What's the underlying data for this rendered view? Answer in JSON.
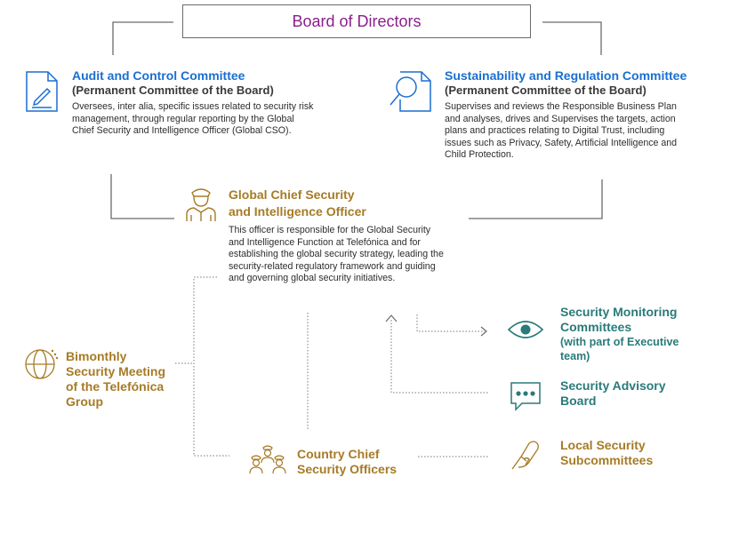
{
  "board": {
    "title": "Board of Directors"
  },
  "audit": {
    "title": "Audit and Control Committee",
    "subtitle": "(Permanent Committee of the Board)",
    "desc_lines": [
      "Oversees, inter alia, specific issues related to security risk",
      "management, through regular reporting by the Global",
      "Chief Security and Intelligence Officer (Global CSO)."
    ]
  },
  "sustainability": {
    "title": "Sustainability and Regulation Committee",
    "subtitle": "(Permanent Committee of the Board)",
    "desc_lines": [
      "Supervises and reviews the Responsible Business Plan",
      "and analyses, drives and Supervises the targets, action",
      "plans and practices relating to Digital Trust, including",
      "issues such as Privacy, Safety, Artificial Intelligence and",
      "Child Protection."
    ]
  },
  "global_cso": {
    "title_lines": [
      "Global Chief Security",
      "and Intelligence Officer"
    ],
    "desc_lines": [
      "This officer is responsible for the Global Security",
      "and Intelligence Function at Telefónica and for",
      "establishing the global security strategy, leading the",
      "security-related regulatory framework and guiding",
      "and governing global security initiatives."
    ]
  },
  "bimonthly": {
    "title_lines": [
      "Bimonthly",
      "Security Meeting",
      "of the Telefónica",
      "Group"
    ]
  },
  "monitoring": {
    "title_lines": [
      "Security Monitoring",
      "Committees"
    ],
    "sub_lines": [
      "(with part of Executive",
      "team)"
    ]
  },
  "advisory": {
    "title_lines": [
      "Security Advisory",
      "Board"
    ]
  },
  "local": {
    "title_lines": [
      "Local Security",
      "Subcommittees"
    ]
  },
  "country": {
    "title_lines": [
      "Country Chief",
      "Security Officers"
    ]
  },
  "colors": {
    "board": "#8a1f8c",
    "committee_blue": "#1a6fd1",
    "gold": "#a67b26",
    "teal": "#2a7a7a",
    "line": "#6b6b6b"
  },
  "icons": {
    "audit": "document-edit-icon",
    "sustainability": "document-search-icon",
    "global_cso": "security-officer-icon",
    "bimonthly": "globe-icon",
    "monitoring": "eye-icon",
    "advisory": "chat-bubble-icon",
    "local": "hand-pointer-icon",
    "country": "team-officers-icon"
  }
}
